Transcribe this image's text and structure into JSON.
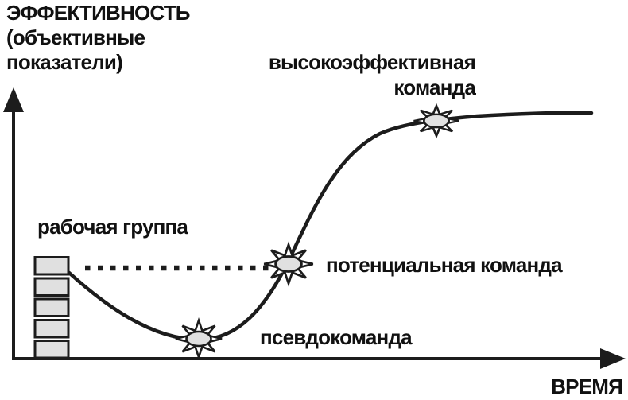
{
  "diagram": {
    "title_lines": [
      "ЭФФЕКТИВНОСТЬ",
      "(объективные",
      "показатели)"
    ],
    "x_axis_label": "ВРЕМЯ",
    "stages": {
      "working_group": "рабочая группа",
      "pseudo_team": "псевдокоманда",
      "potential_team": "потенциальная команда",
      "high_performance_team_line1": "высокоэффективная",
      "high_performance_team_line2": "команда"
    },
    "curve_description": "Team performance curve: starts at working-group level, dips to pseudo-team, rises through potential team, plateaus at high-performance team",
    "colors": {
      "line": "#1c1c1c",
      "shape_fill": "#e0e0e0",
      "background": "#ffffff",
      "text": "#111111"
    }
  }
}
